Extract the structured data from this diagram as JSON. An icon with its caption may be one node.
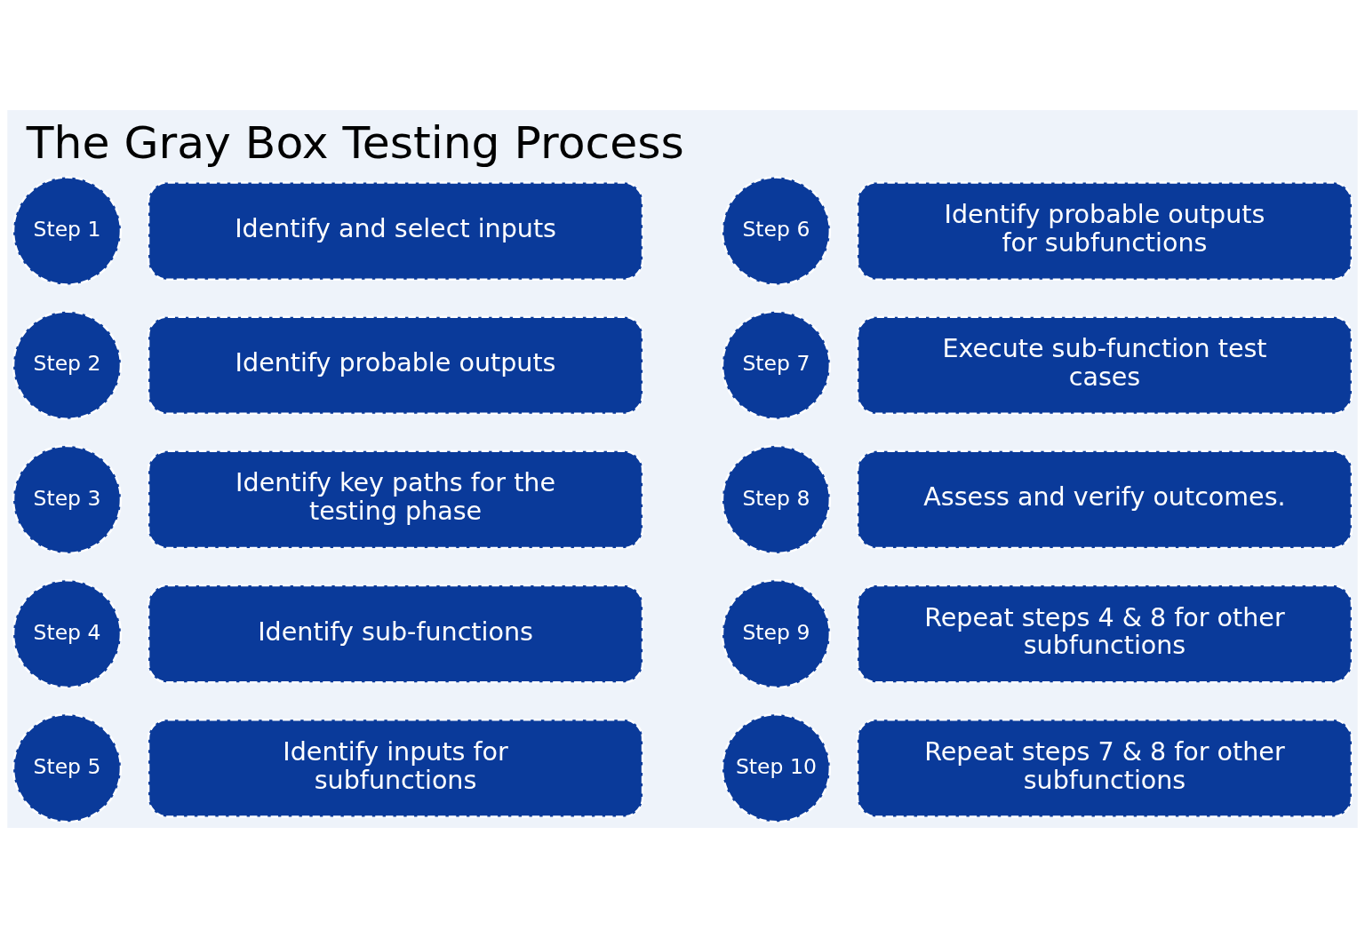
{
  "diagram": {
    "title": "The Gray Box Testing Process",
    "nodes": [
      {
        "text": [
          "Step 1"
        ]
      },
      {
        "text": [
          "Identify and select inputs"
        ]
      },
      {
        "text": [
          "Step 2"
        ]
      },
      {
        "text": [
          "Identify probable outputs"
        ]
      },
      {
        "text": [
          "Step 3"
        ]
      },
      {
        "text": [
          "Identify key paths for the testing phase"
        ]
      },
      {
        "text": [
          "Step 4"
        ]
      },
      {
        "text": [
          "Identify sub-functions"
        ]
      },
      {
        "text": [
          "Step 5"
        ]
      },
      {
        "text": [
          "Identify inputs for subfunctions"
        ]
      },
      {
        "text": [
          "Step 6"
        ]
      },
      {
        "text": [
          "Identify probable outputs for subfunctions"
        ]
      },
      {
        "text": [
          "Step 7"
        ]
      },
      {
        "text": [
          "Execute sub-function test cases"
        ]
      },
      {
        "text": [
          "Step 8"
        ]
      },
      {
        "text": [
          "Assess and verify outcomes."
        ]
      },
      {
        "text": [
          "Step 9"
        ]
      },
      {
        "text": [
          "Repeat steps 4 & 8 for other subfunctions"
        ]
      },
      {
        "text": [
          "Step 10"
        ]
      },
      {
        "text": [
          "Repeat steps 7 & 8 for other subfunctions"
        ]
      }
    ],
    "edges": []
  }
}
